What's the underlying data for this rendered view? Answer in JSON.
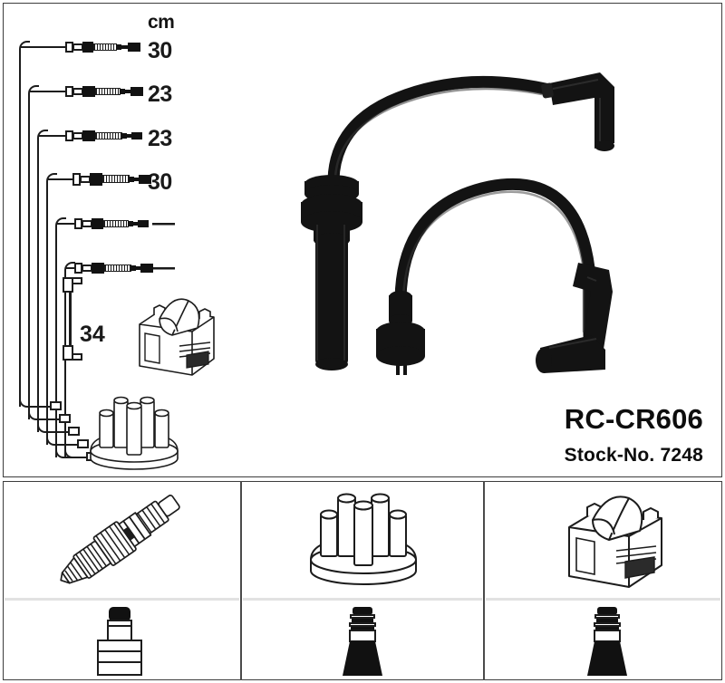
{
  "product": {
    "code": "RC-CR606",
    "stock_label": "Stock-No. 7248"
  },
  "measurements": {
    "unit_header": "cm",
    "rows": [
      {
        "index": 1,
        "length": "30"
      },
      {
        "index": 2,
        "length": "23"
      },
      {
        "index": 3,
        "length": "23"
      },
      {
        "index": 4,
        "length": "30"
      },
      {
        "index": 5,
        "length": "—"
      },
      {
        "index": 6,
        "length": "—"
      }
    ],
    "jumper_length": "34"
  },
  "main_panel": {
    "parts": [
      {
        "name": "ignition-coil",
        "label": "ignition coil"
      },
      {
        "name": "distributor-cap",
        "label": "distributor cap"
      },
      {
        "name": "ignition-cable-long",
        "label": "ignition cable with straight plug boot"
      },
      {
        "name": "ignition-cable-short",
        "label": "ignition cable with angled boot"
      }
    ]
  },
  "bottom_panel": {
    "cells": [
      {
        "name": "spark-plug",
        "top_part": "spark plug",
        "bottom_part": "straight connector boot"
      },
      {
        "name": "distributor-cap",
        "top_part": "distributor cap",
        "bottom_part": "tapered black boot"
      },
      {
        "name": "ignition-coil",
        "top_part": "ignition coil",
        "bottom_part": "tapered black boot"
      }
    ]
  },
  "colors": {
    "frame": "#3d3d3d",
    "ink": "#1c1c1c",
    "cable": "#101010",
    "background": "#ffffff",
    "hairline": "#e2e2e2"
  }
}
